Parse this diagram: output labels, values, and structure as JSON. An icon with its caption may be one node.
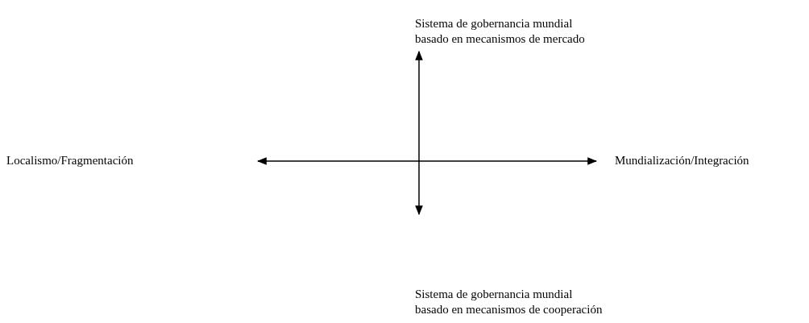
{
  "diagram": {
    "labels": [
      "Sistema de gobernancia mundial basado en mecanismos de mercado",
      "Localismo/Fragmentación",
      "Mundialización/Integración",
      "Sistema de gobernancia mundial basado en mecanismos de cooperación"
    ]
  }
}
